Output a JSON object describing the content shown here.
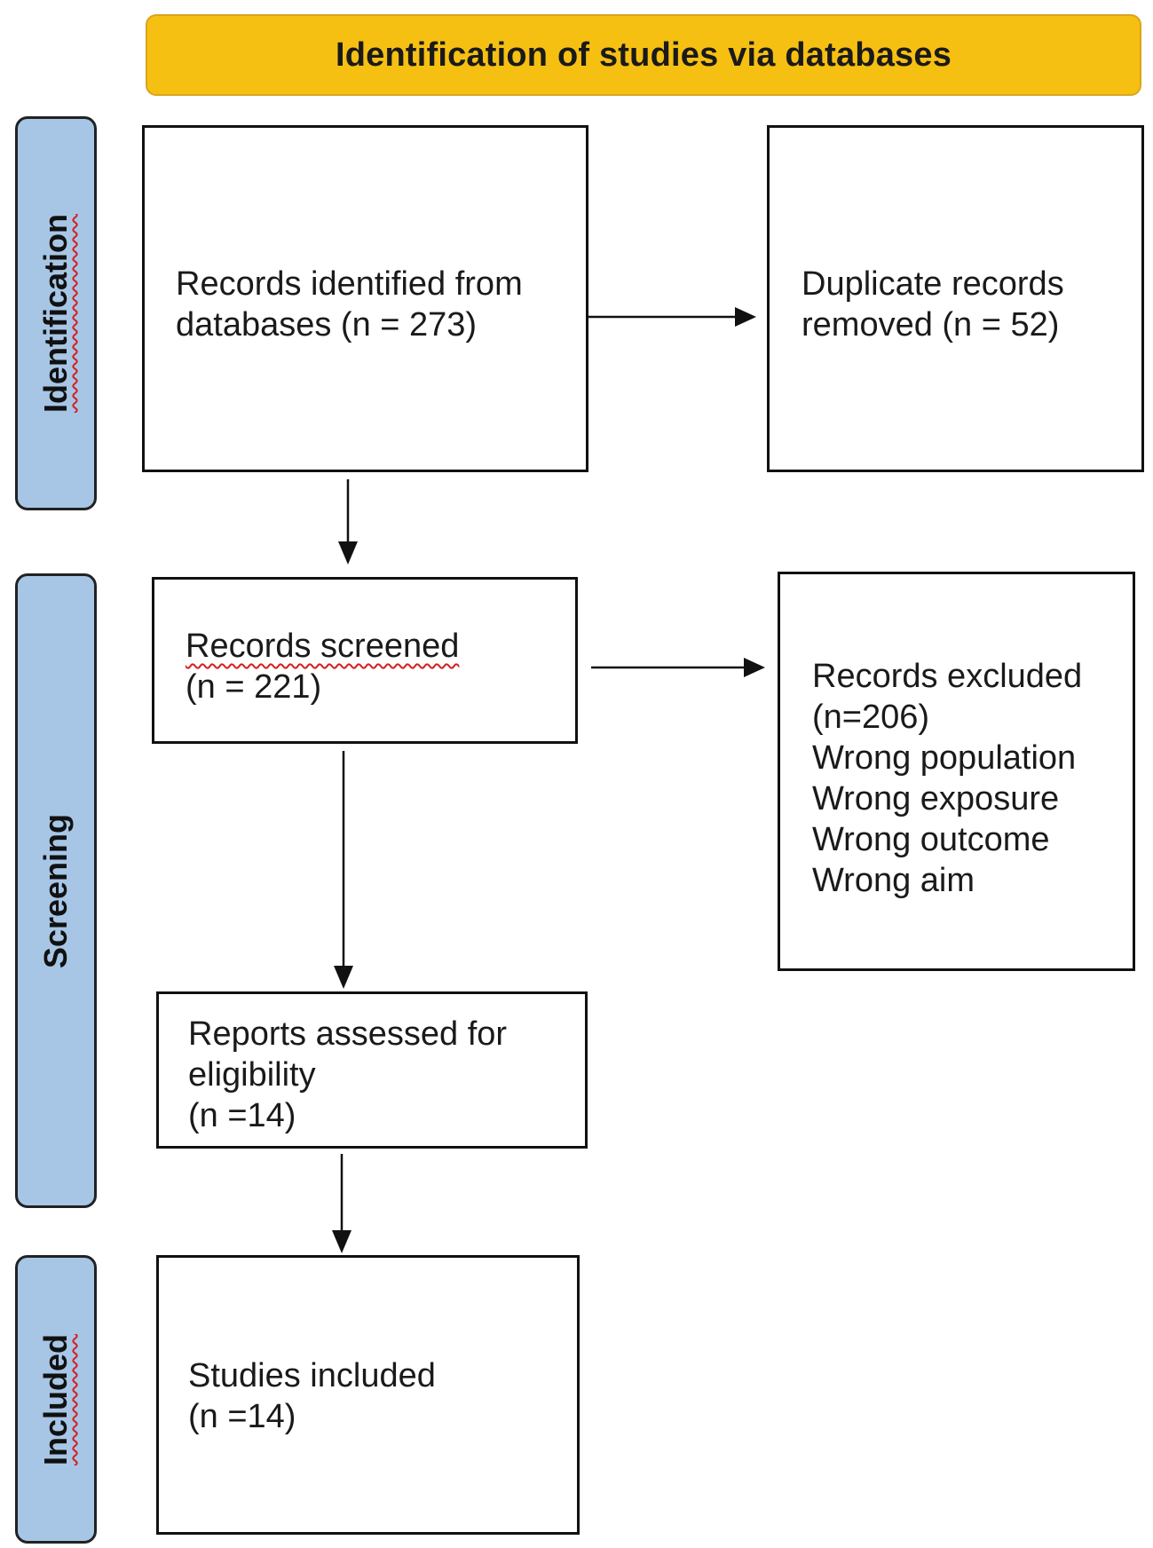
{
  "header": {
    "title": "Identification of studies via databases"
  },
  "stages": {
    "identification": "Identification",
    "screening": "Screening",
    "included": "Included"
  },
  "boxes": {
    "records_identified": [
      "Records identified from",
      "databases (n = 273)"
    ],
    "duplicates_removed": [
      "Duplicate records",
      "removed (n = 52)"
    ],
    "records_screened": [
      "Records screened",
      "(n = 221)"
    ],
    "records_excluded": [
      "Records excluded",
      "(n=206)",
      "Wrong population",
      "Wrong exposure",
      "Wrong outcome",
      "Wrong aim"
    ],
    "reports_assessed": [
      "Reports assessed for",
      "eligibility",
      "(n =14)"
    ],
    "studies_included": [
      "Studies included",
      "(n =14)"
    ]
  },
  "colors": {
    "header_fill": "#f6c013",
    "stage_fill": "#a7c6e6",
    "spellcheck_underline": "#d42020"
  }
}
